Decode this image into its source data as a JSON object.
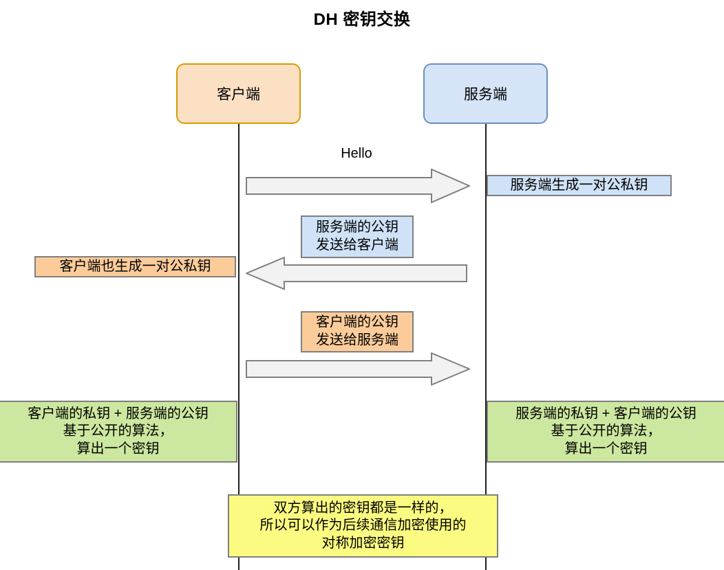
{
  "title": "DH 密钥交换",
  "actors": {
    "client": {
      "label": "客户端",
      "fill": "#fbe0c4",
      "stroke": "#d79b00"
    },
    "server": {
      "label": "服务端",
      "fill": "#d5e4f7",
      "stroke": "#6c8ebf"
    }
  },
  "messages": {
    "hello": {
      "label": "Hello",
      "direction": "client-to-server"
    },
    "server_pub": {
      "label": "服务端的公钥\n发送给客户端",
      "direction": "server-to-client",
      "fill": "#cfe2f7"
    },
    "client_pub": {
      "label": "客户端的公钥\n发送给服务端",
      "direction": "client-to-server",
      "fill": "#fbcc9a"
    }
  },
  "notes": {
    "server_keypair": {
      "label": "服务端生成一对公私钥",
      "fill": "#cfe2f7"
    },
    "client_keypair": {
      "label": "客户端也生成一对公私钥",
      "fill": "#fbcc9a"
    },
    "client_secret": {
      "label": "客户端的私钥 + 服务端的公钥\n基于公开的算法，\n算出一个密钥",
      "fill": "#cce79f"
    },
    "server_secret": {
      "label": "服务端的私钥 +  客户端的公钥\n基于公开的算法，\n算出一个密钥",
      "fill": "#cce79f"
    },
    "shared_secret": {
      "label": "双方算出的密钥都是一样的，\n所以可以作为后续通信加密使用的\n对称加密密钥",
      "fill": "#fbfb81"
    }
  },
  "colors": {
    "arrow_fill": "#f2f2f2",
    "arrow_stroke": "#808080",
    "note_stroke": "#7f7f7f",
    "lifeline": "#1f1f1f",
    "background": "#ffffff"
  }
}
